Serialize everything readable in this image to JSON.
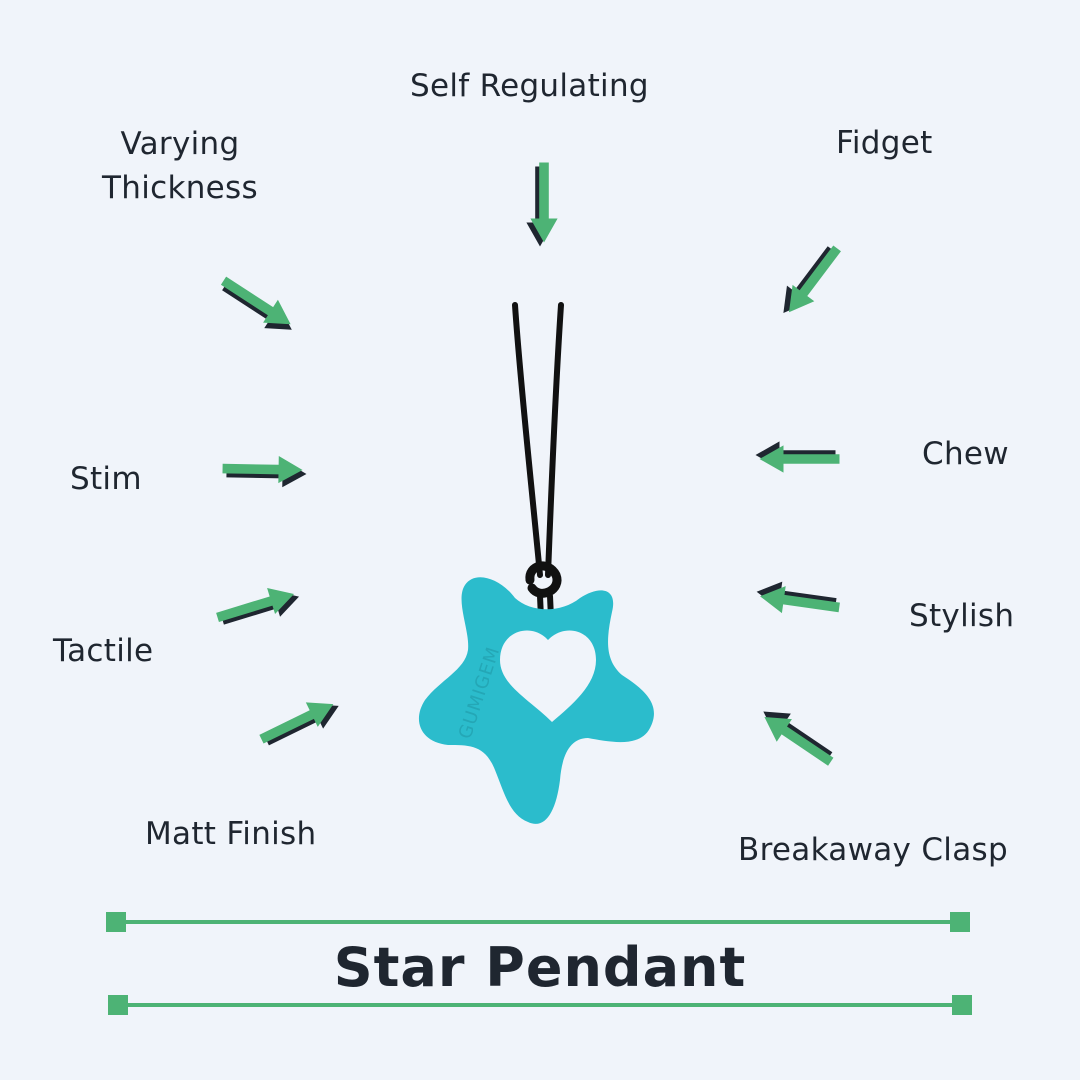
{
  "features": {
    "self_regulating": "Self Regulating",
    "varying_thickness_line1": "Varying",
    "varying_thickness_line2": "Thickness",
    "fidget": "Fidget",
    "stim": "Stim",
    "chew": "Chew",
    "tactile": "Tactile",
    "stylish": "Stylish",
    "matt_finish": "Matt Finish",
    "breakaway_clasp": "Breakaway Clasp"
  },
  "product": {
    "title": "Star Pendant",
    "brand_mark": "GUMIGEM"
  },
  "colors": {
    "background": "#f0f4fa",
    "text": "#1f2630",
    "arrow_fill": "#4db375",
    "arrow_shadow": "#1f2630",
    "pendant": "#2bbccc",
    "cord": "#111111",
    "rule": "#4db375"
  }
}
